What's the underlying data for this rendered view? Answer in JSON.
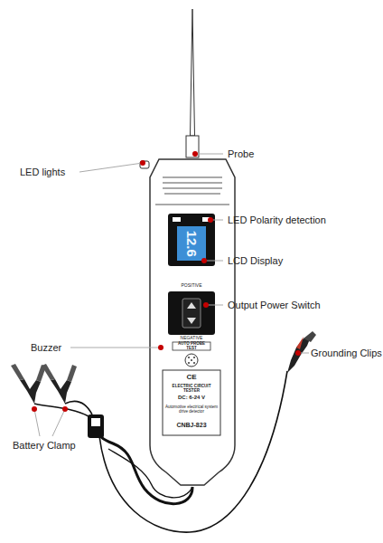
{
  "diagram": {
    "labels": [
      "Probe",
      "LED lights",
      "LED Polarity detection",
      "12.6",
      "LCD Display",
      "POSITIVE",
      "Output Power Switch",
      "NEGATIVE",
      "AUTO PROBE TEST",
      "Buzzer",
      "Grounding Clips",
      "CE",
      "ELECTRIC CIRCUIT TESTER",
      "DC: 6-24 V",
      "Automotive electrical system drive detector",
      "CNBJ-823",
      "Battery Clamp"
    ]
  }
}
